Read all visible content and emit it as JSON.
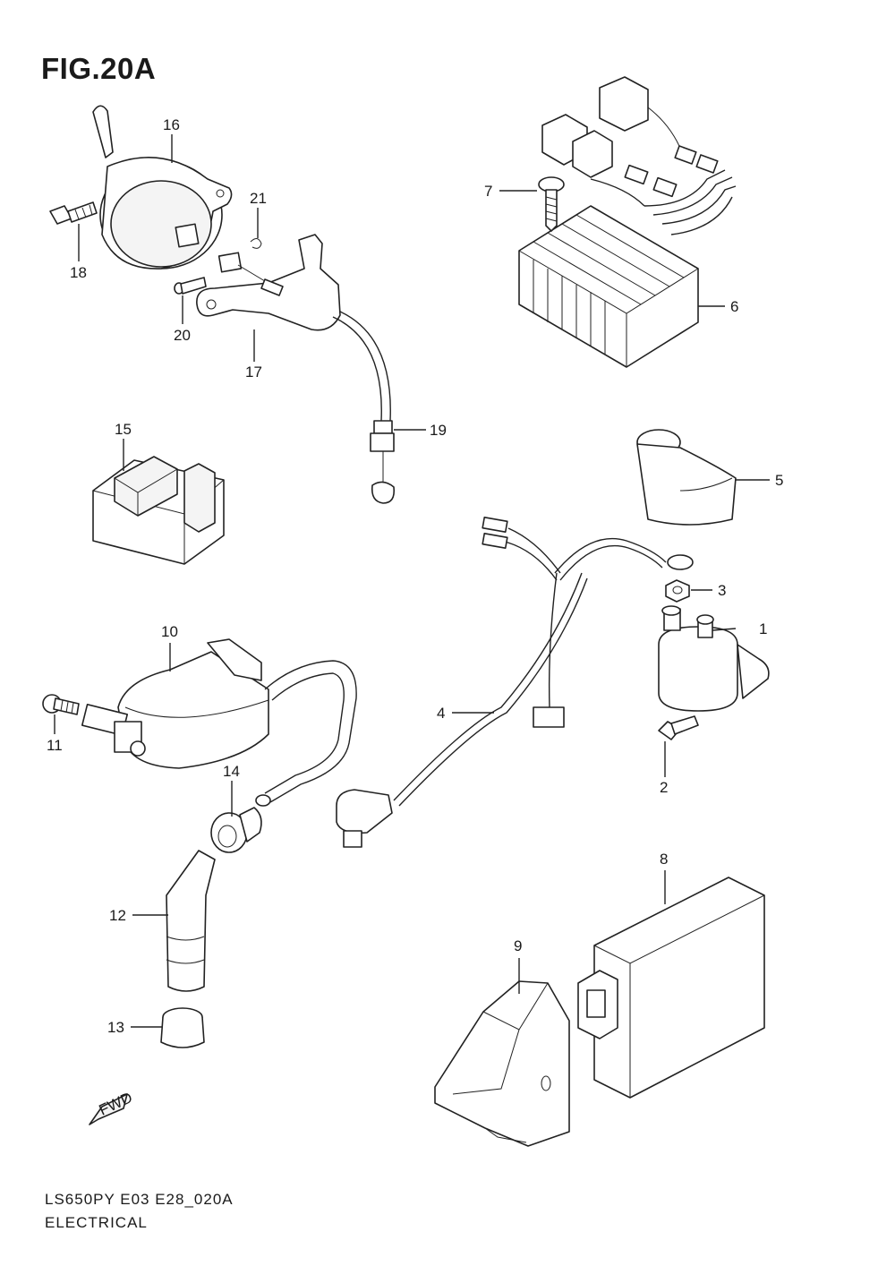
{
  "figure": {
    "title": "FIG.20A",
    "code": "LS650PY E03 E28_020A",
    "name": "ELECTRICAL",
    "fwd_label": "FWD"
  },
  "callouts": [
    "1",
    "2",
    "3",
    "4",
    "5",
    "6",
    "7",
    "8",
    "9",
    "10",
    "11",
    "12",
    "13",
    "14",
    "15",
    "16",
    "17",
    "18",
    "19",
    "20",
    "21"
  ]
}
